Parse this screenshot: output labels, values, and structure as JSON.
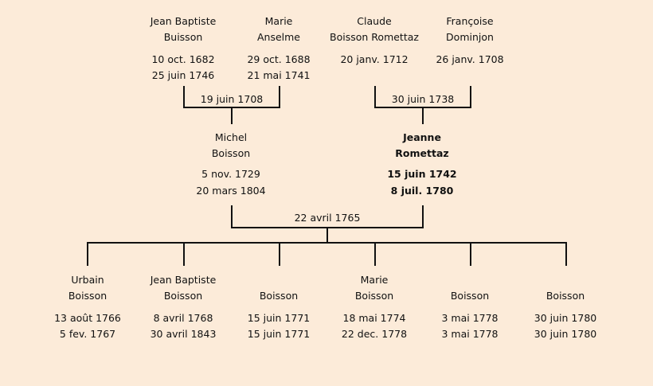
{
  "grandparents": [
    {
      "first": "Jean Baptiste",
      "last": "Buisson",
      "birth": "10 oct. 1682",
      "death": "25 juin 1746"
    },
    {
      "first": "Marie",
      "last": "Anselme",
      "birth": "29 oct. 1688",
      "death": "21 mai 1741"
    },
    {
      "first": "Claude",
      "last": "Boisson Romettaz",
      "birth": "20 janv. 1712",
      "death": ""
    },
    {
      "first": "Françoise",
      "last": "Dominjon",
      "birth": "26 janv. 1708",
      "death": ""
    }
  ],
  "marriages": {
    "left": "19 juin 1708",
    "right": "30 juin 1738",
    "parents": "22 avril 1765"
  },
  "parents": [
    {
      "first": "Michel",
      "last": "Boisson",
      "birth": "5 nov. 1729",
      "death": "20 mars 1804"
    },
    {
      "first": "Jeanne",
      "last": "Romettaz",
      "birth": "15 juin 1742",
      "death": "8 juil. 1780"
    }
  ],
  "children": [
    {
      "first": "Urbain",
      "last": "Boisson",
      "birth": "13 août 1766",
      "death": "5 fev. 1767"
    },
    {
      "first": "Jean Baptiste",
      "last": "Boisson",
      "birth": "8 avril 1768",
      "death": "30 avril 1843"
    },
    {
      "first": "",
      "last": "Boisson",
      "birth": "15 juin 1771",
      "death": "15 juin 1771"
    },
    {
      "first": "Marie",
      "last": "Boisson",
      "birth": "18 mai 1774",
      "death": "22 dec. 1778"
    },
    {
      "first": "",
      "last": "Boisson",
      "birth": "3 mai 1778",
      "death": "3 mai 1778"
    },
    {
      "first": "",
      "last": "Boisson",
      "birth": "30 juin 1780",
      "death": "30 juin 1780"
    }
  ]
}
